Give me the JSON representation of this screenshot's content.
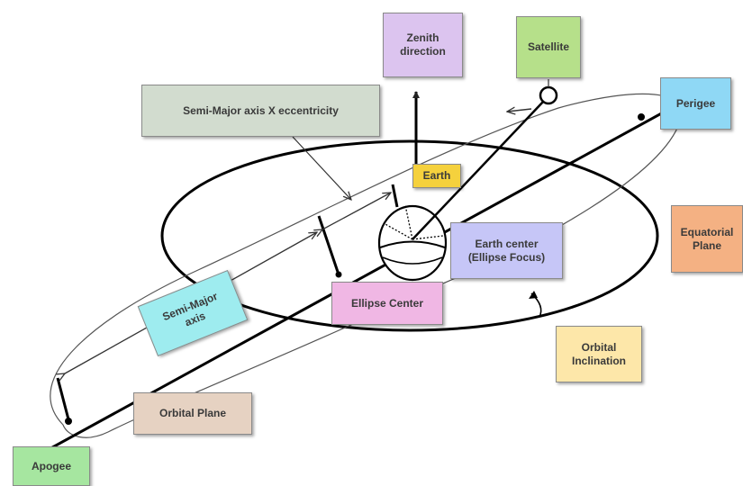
{
  "labels": {
    "zenith": "Zenith\ndirection",
    "satellite": "Satellite",
    "perigee": "Perigee",
    "semi_major_ecc": "Semi-Major axis X eccentricity",
    "earth": "Earth",
    "equatorial_plane": "Equatorial\nPlane",
    "earth_center": "Earth center\n(Ellipse Focus)",
    "ellipse_center": "Ellipse Center",
    "semi_major_axis": "Semi-Major\naxis",
    "orbital_inclination": "Orbital\nInclination",
    "orbital_plane": "Orbital Plane",
    "apogee": "Apogee"
  },
  "colors": {
    "zenith": "#dcc4ef",
    "satellite": "#b6e08a",
    "perigee": "#8fd8f5",
    "semi_major_ecc": "#d2dccf",
    "earth": "#f5d13d",
    "equatorial_plane": "#f4b183",
    "earth_center": "#c6c6f7",
    "ellipse_center": "#f0b7e4",
    "semi_major_axis": "#9eecef",
    "orbital_inclination": "#fde7a9",
    "orbital_plane": "#e6d2c2",
    "apogee": "#a6e6a0"
  }
}
